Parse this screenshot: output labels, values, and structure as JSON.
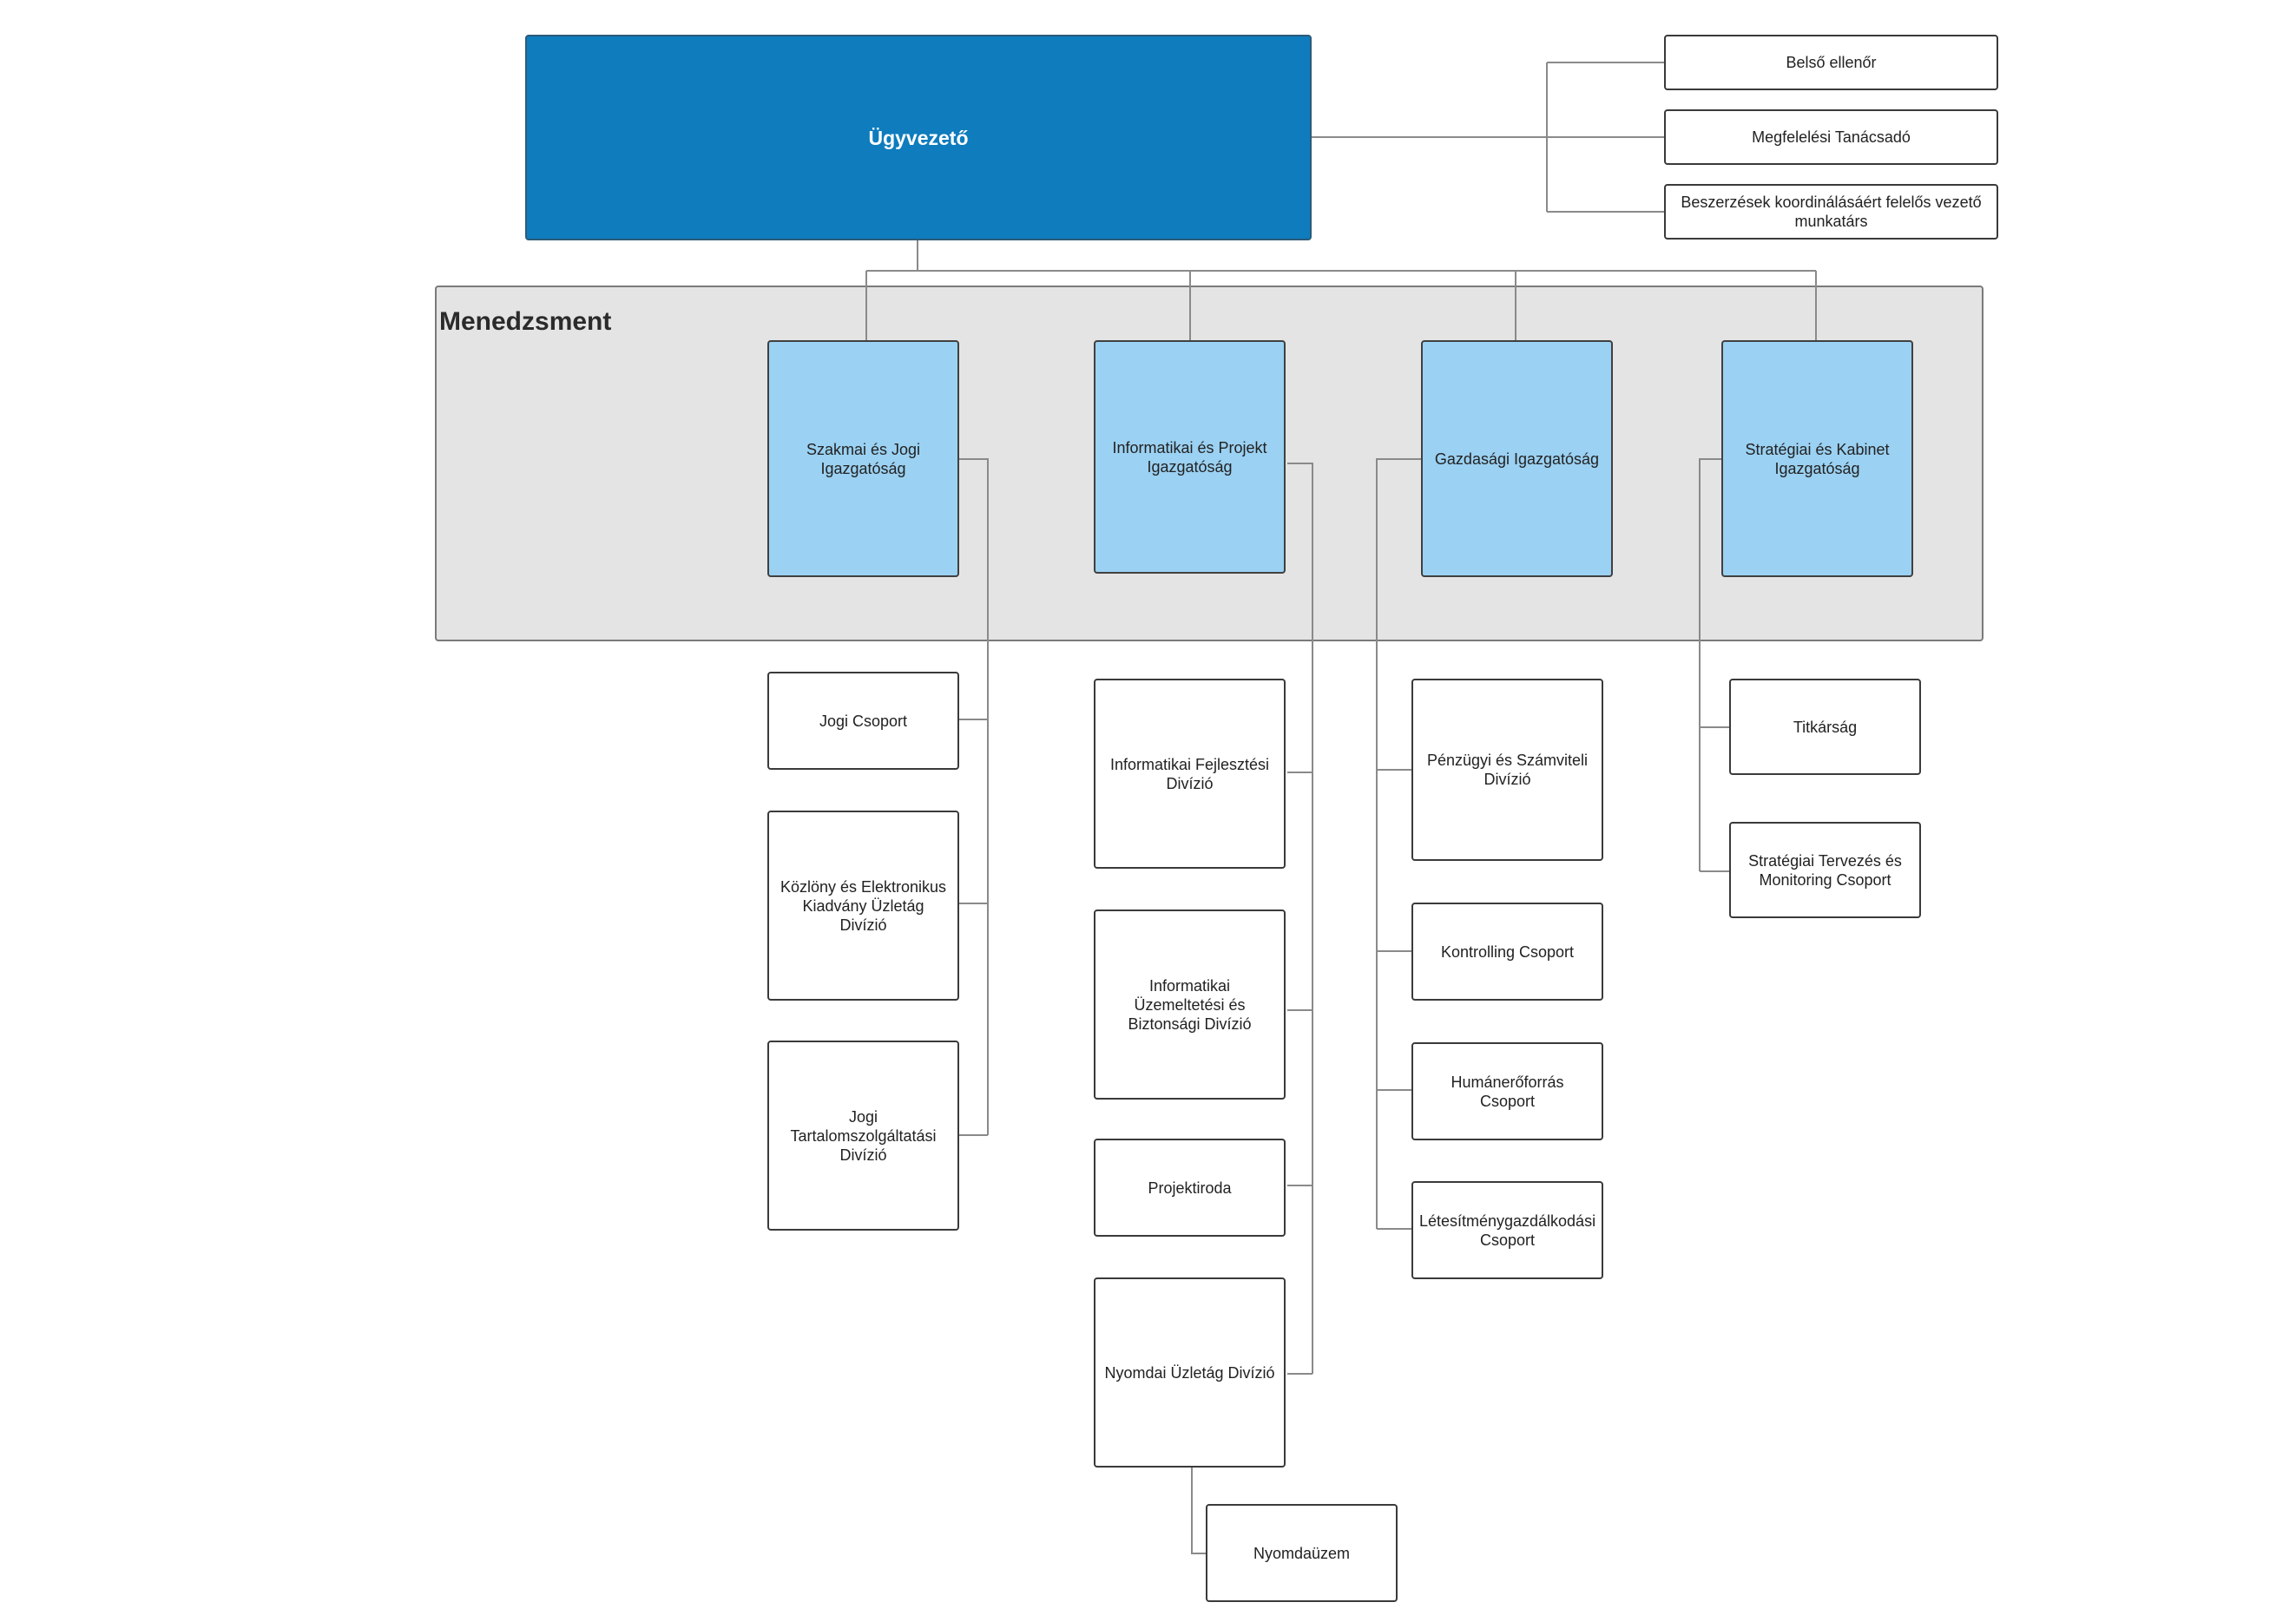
{
  "ceo": "Ügyvezető",
  "staff": {
    "auditor": "Belső ellenőr",
    "compliance": "Megfelelési Tanácsadó",
    "procurement": "Beszerzések koordinálásáért felelős vezető munkatárs"
  },
  "management_title": "Menedzsment",
  "directorates": {
    "legal": "Szakmai és Jogi Igazgatóság",
    "it": "Informatikai és Projekt Igazgatóság",
    "finance": "Gazdasági Igazgatóság",
    "strategy": "Stratégiai és Kabinet Igazgatóság"
  },
  "legal_units": {
    "legal_group": "Jogi Csoport",
    "gazette": "Közlöny és Elektronikus Kiadvány Üzletág Divízió",
    "legal_content": "Jogi Tartalomszolgáltatási Divízió"
  },
  "it_units": {
    "it_dev": "Informatikai Fejlesztési Divízió",
    "it_ops": "Informatikai Üzemeltetési és Biztonsági Divízió",
    "pmo": "Projektiroda",
    "printing": "Nyomdai Üzletág Divízió",
    "print_plant": "Nyomdaüzem"
  },
  "finance_units": {
    "accounting": "Pénzügyi és Számviteli Divízió",
    "controlling": "Kontrolling Csoport",
    "hr": "Humánerőforrás Csoport",
    "facilities": "Létesítménygazdálkodási Csoport"
  },
  "strategy_units": {
    "secretariat": "Titkárság",
    "planning": "Stratégiai Tervezés és Monitoring Csoport"
  }
}
